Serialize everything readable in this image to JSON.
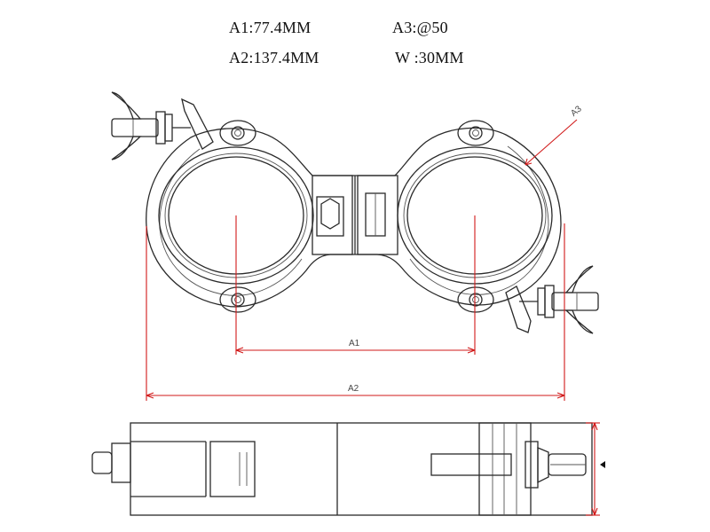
{
  "specs": {
    "a1": "A1:77.4MM",
    "a2": "A2:137.4MM",
    "a3": "A3:@50",
    "w": "W :30MM"
  },
  "dimension_labels": {
    "a1": "A1",
    "a2": "A2",
    "a3": "A3"
  },
  "colors": {
    "dimension_line": "#d11a1a",
    "drawing_line": "#2a2a2a"
  }
}
